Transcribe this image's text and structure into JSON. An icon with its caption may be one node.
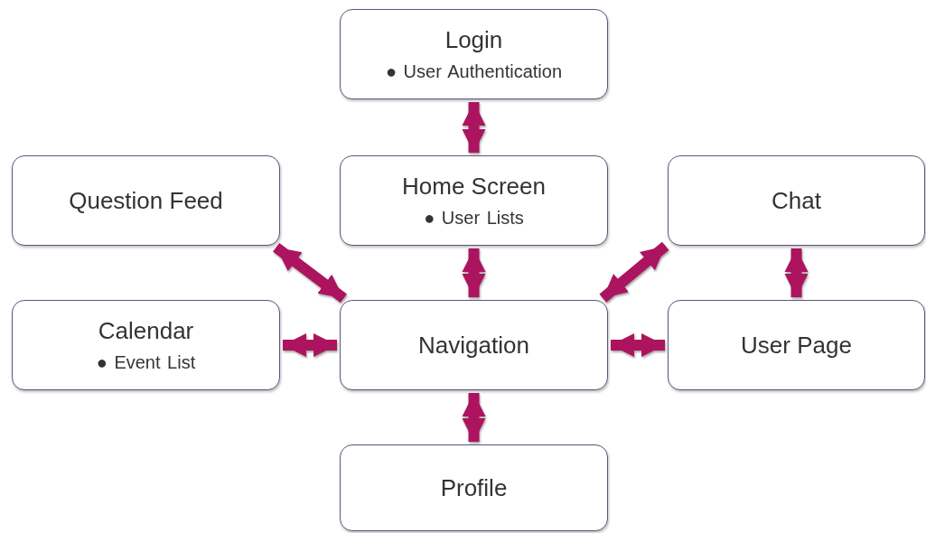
{
  "diagram": {
    "nodes": [
      {
        "text": [
          "Login",
          "● User Authentication"
        ]
      },
      {
        "text": [
          "Question Feed"
        ]
      },
      {
        "text": [
          "Home Screen",
          "● User Lists"
        ]
      },
      {
        "text": [
          "Chat"
        ]
      },
      {
        "text": [
          "Calendar",
          "● Event List"
        ]
      },
      {
        "text": [
          "Navigation"
        ]
      },
      {
        "text": [
          "User Page"
        ]
      },
      {
        "text": [
          "Profile"
        ]
      }
    ],
    "edges": [
      {
        "from": 0,
        "to": 2,
        "arrow": "both"
      },
      {
        "from": 1,
        "to": 5,
        "arrow": "both"
      },
      {
        "from": 2,
        "to": 5,
        "arrow": "both"
      },
      {
        "from": 3,
        "to": 5,
        "arrow": "both"
      },
      {
        "from": 3,
        "to": 6,
        "arrow": "both"
      },
      {
        "from": 4,
        "to": 5,
        "arrow": "both"
      },
      {
        "from": 5,
        "to": 6,
        "arrow": "both"
      },
      {
        "from": 5,
        "to": 7,
        "arrow": "both"
      }
    ]
  }
}
